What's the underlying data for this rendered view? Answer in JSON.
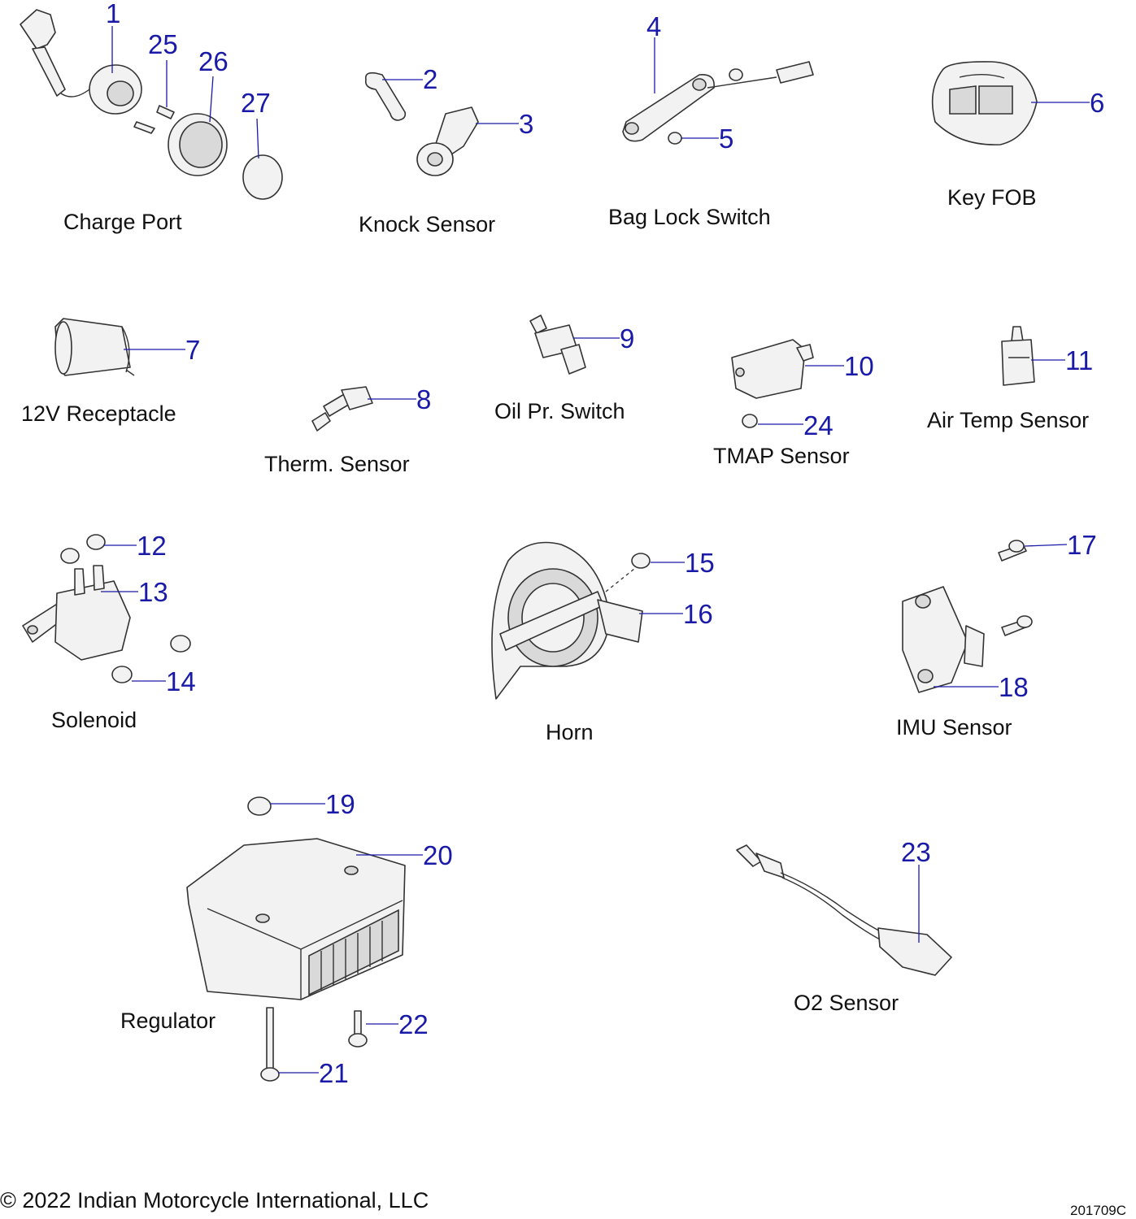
{
  "groups": {
    "charge_port": "Charge Port",
    "knock_sensor": "Knock Sensor",
    "bag_lock_switch": "Bag Lock Switch",
    "key_fob": "Key FOB",
    "receptacle_12v": "12V Receptacle",
    "therm_sensor": "Therm. Sensor",
    "oil_pr_switch": "Oil Pr. Switch",
    "tmap_sensor": "TMAP Sensor",
    "air_temp_sensor": "Air Temp Sensor",
    "solenoid": "Solenoid",
    "horn": "Horn",
    "imu_sensor": "IMU Sensor",
    "regulator": "Regulator",
    "o2_sensor": "O2 Sensor"
  },
  "callouts": {
    "c1": "1",
    "c2": "2",
    "c3": "3",
    "c4": "4",
    "c5": "5",
    "c6": "6",
    "c7": "7",
    "c8": "8",
    "c9": "9",
    "c10": "10",
    "c11": "11",
    "c12": "12",
    "c13": "13",
    "c14": "14",
    "c15": "15",
    "c16": "16",
    "c17": "17",
    "c18": "18",
    "c19": "19",
    "c20": "20",
    "c21": "21",
    "c22": "22",
    "c23": "23",
    "c24": "24",
    "c25": "25",
    "c26": "26",
    "c27": "27"
  },
  "footer": {
    "copyright": "© 2022 Indian Motorcycle International, LLC",
    "drawing_id": "201709C"
  },
  "colors": {
    "callout": "#1a1aa8",
    "label": "#111111",
    "part_fill": "#f2f2f2"
  }
}
